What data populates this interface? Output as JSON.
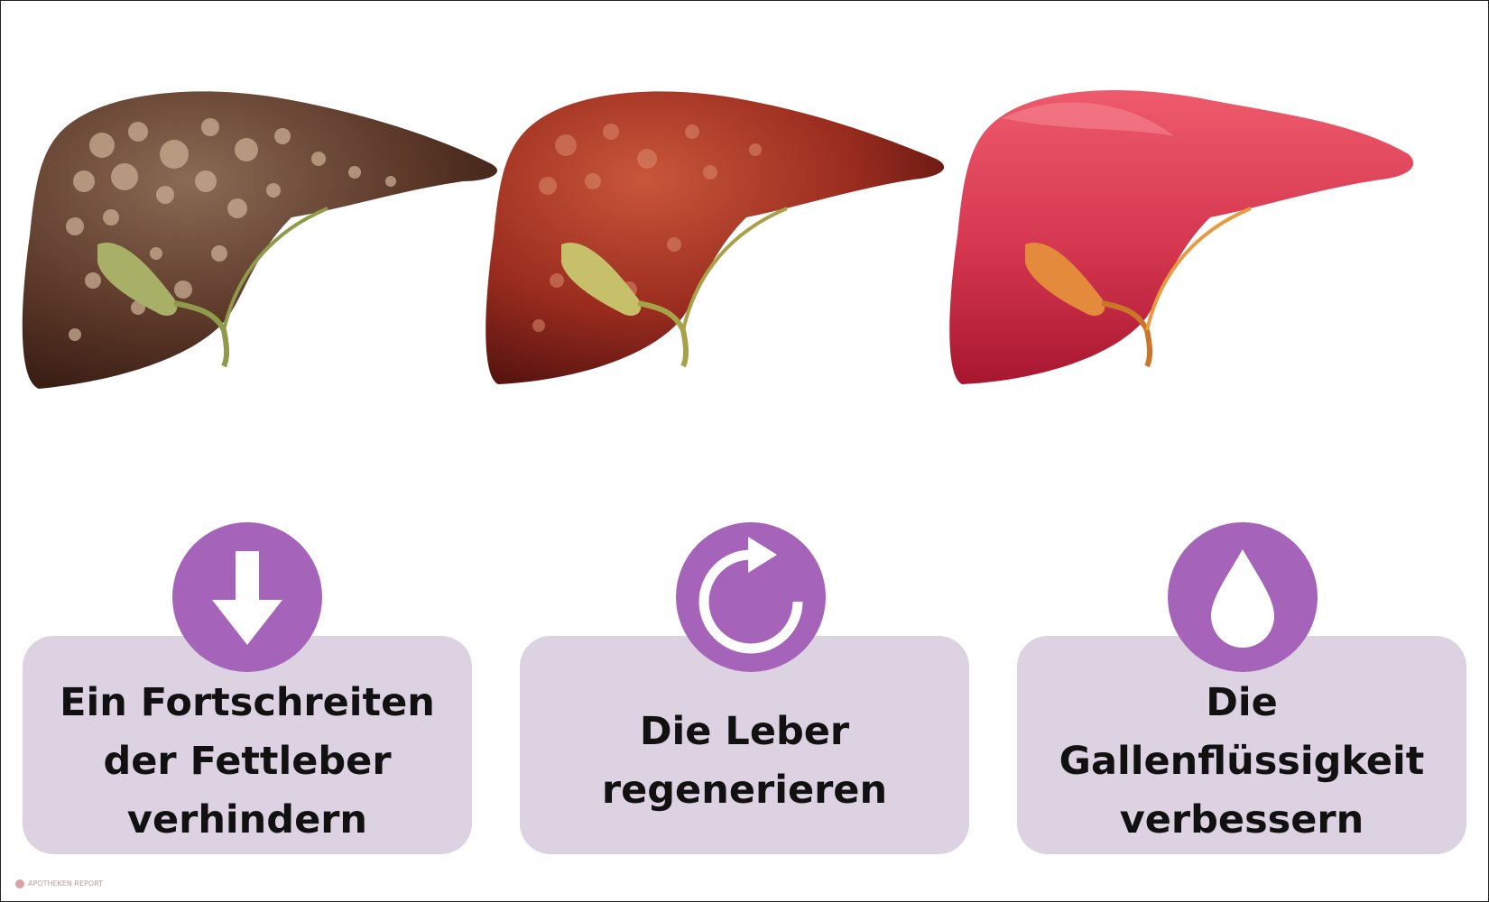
{
  "cards": [
    {
      "text": "Ein Fortschreiten\nder Fettleber\nverhindern",
      "icon": "arrow-down-icon"
    },
    {
      "text": "Die Leber\nregenerieren",
      "icon": "refresh-icon"
    },
    {
      "text": "Die\nGallenflüssigkeit\nverbessern",
      "icon": "drop-icon"
    }
  ],
  "livers": [
    {
      "state": "fatty",
      "color": "#5e3a2a"
    },
    {
      "state": "regenerating",
      "color": "#9a2c1f"
    },
    {
      "state": "healthy",
      "color": "#d4364f"
    }
  ],
  "colors": {
    "card_background": "#dcd2e1",
    "badge": "#a563b9",
    "text": "#111111"
  },
  "logo": {
    "text": "APOTHEKEN REPORT"
  }
}
